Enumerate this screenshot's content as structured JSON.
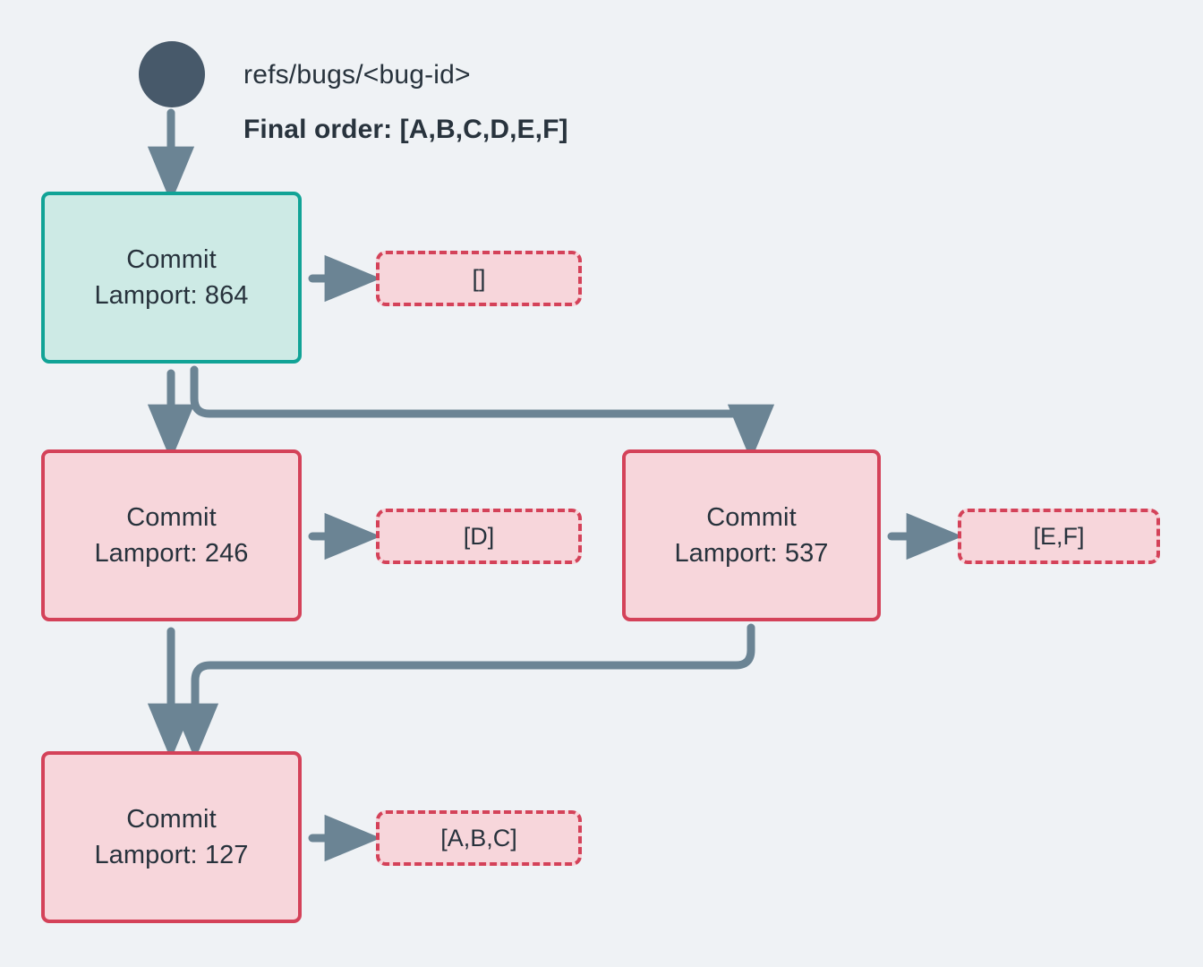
{
  "diagram": {
    "background_color": "#eff2f5",
    "edge_color": "#6b8494",
    "root": {
      "label": "root-node",
      "color": "#47596a"
    },
    "captions": {
      "ref": "refs/bugs/<bug-id>",
      "final_order": "Final order: [A,B,C,D,E,F]"
    },
    "nodes": [
      {
        "id": "commit-864",
        "title": "Commit",
        "lamport": "Lamport: 864",
        "style": "teal",
        "fill": "#cdeae5",
        "stroke": "#11a396",
        "tag": "[]"
      },
      {
        "id": "commit-246",
        "title": "Commit",
        "lamport": "Lamport: 246",
        "style": "pink",
        "fill": "#f7d6db",
        "stroke": "#d44259",
        "tag": "[D]"
      },
      {
        "id": "commit-537",
        "title": "Commit",
        "lamport": "Lamport: 537",
        "style": "pink",
        "fill": "#f7d6db",
        "stroke": "#d44259",
        "tag": "[E,F]"
      },
      {
        "id": "commit-127",
        "title": "Commit",
        "lamport": "Lamport: 127",
        "style": "pink",
        "fill": "#f7d6db",
        "stroke": "#d44259",
        "tag": "[A,B,C]"
      }
    ]
  }
}
